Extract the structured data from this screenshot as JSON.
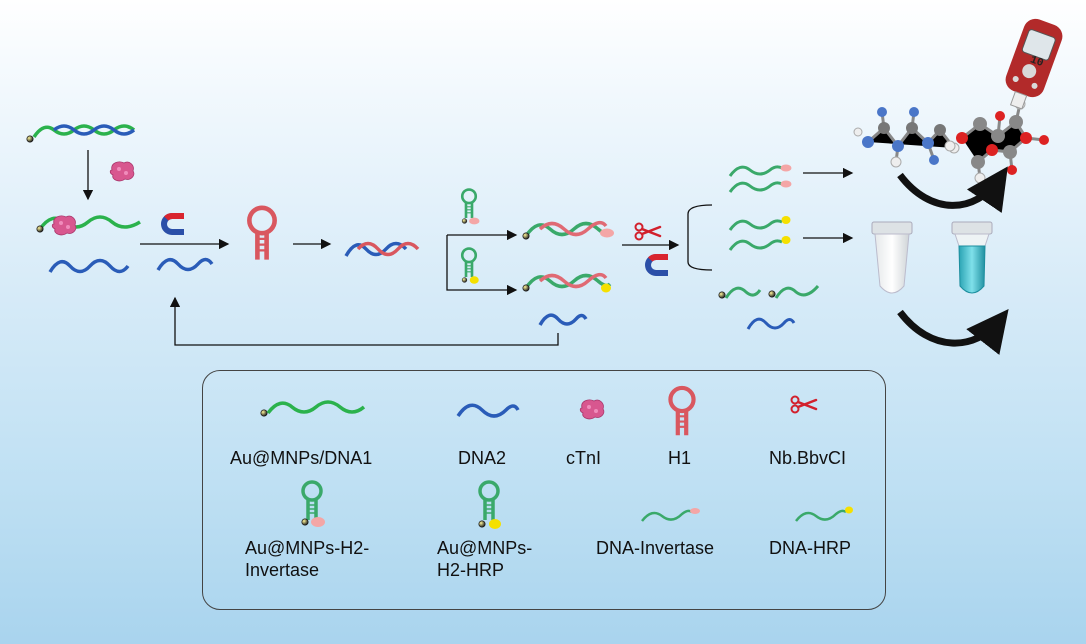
{
  "legend": {
    "dna1": "Au@MNPs/DNA1",
    "dna2": "DNA2",
    "ctni": "cTnI",
    "h1": "H1",
    "nbbbvci": "Nb.BbvCI",
    "h2_invertase_line1": "Au@MNPs-H2-",
    "h2_invertase_line2": "Invertase",
    "h2_hrp_line1": "Au@MNPs-",
    "h2_hrp_line2": "H2-HRP",
    "dna_invertase": "DNA-Invertase",
    "dna_hrp": "DNA-HRP"
  },
  "meter_readout": "10",
  "colors": {
    "dna1_green": "#2bb24c",
    "dna2_blue": "#2a5cb8",
    "h1_red": "#d9575f",
    "h2_green": "#3aa96a",
    "invertase_pink": "#f4a6a6",
    "hrp_yellow": "#f5e000",
    "enzyme_magenta": "#d8578f",
    "scissors_red": "#d2202c",
    "magnet_red": "#d9252f",
    "magnet_blue": "#2b4fa8",
    "tube_cyan": "#3fb8c8"
  }
}
